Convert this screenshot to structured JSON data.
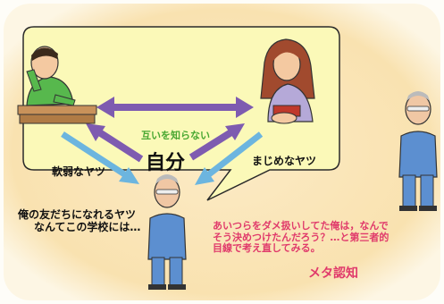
{
  "labels": {
    "center": "自分",
    "mutual": "互いを知らない",
    "left_person": "軟弱なヤツ",
    "right_person": "まじめなヤツ",
    "thought_line1": "俺の友だちになれるヤツ",
    "thought_line2": "なんてこの学校には…",
    "meta_line1": "あいつらをダメ扱いしてた俺は，なんで",
    "meta_line2": "そう決めつけたんだろう？…と第三者的",
    "meta_line3": "目線で考え直してみる。",
    "meta_word": "メタ認知"
  },
  "colors": {
    "background_warm": "#fbe7c0",
    "bubble_fill": "#fbf9b8",
    "arrow_purple": "#7e5bb0",
    "arrow_blue": "#6cb5df",
    "label_green": "#4aa832",
    "label_pink": "#e03a6b",
    "suit_blue": "#5c8fd0"
  }
}
